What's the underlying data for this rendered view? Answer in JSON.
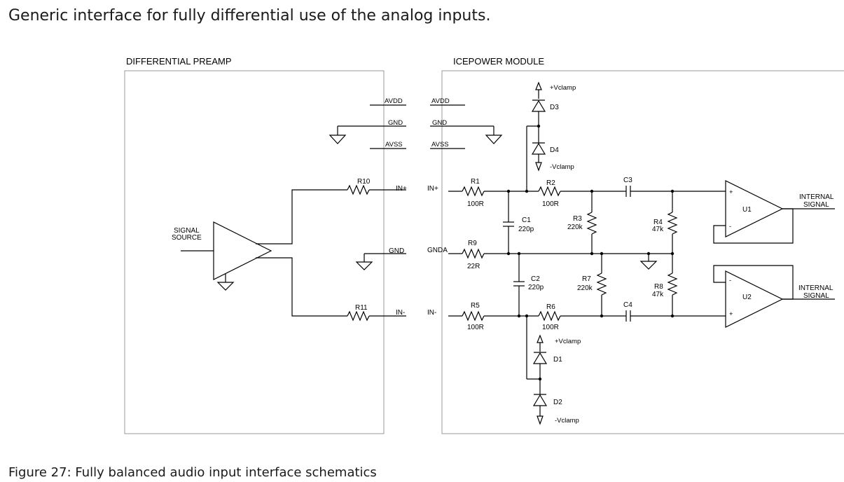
{
  "heading": "Generic interface for fully differential use of the analog inputs.",
  "caption": "Figure 27: Fully balanced audio input interface schematics",
  "blocks": {
    "preamp": "DIFFERENTIAL PREAMP",
    "module": "ICEPOWER MODULE"
  },
  "preamp_labels": {
    "avdd": "AVDD",
    "gnd_top": "GND",
    "avss": "AVSS",
    "in_plus": "IN+",
    "gnd": "GND",
    "in_minus": "IN-",
    "r10": "R10",
    "r11": "R11",
    "signal_source_1": "SIGNAL",
    "signal_source_2": "SOURCE"
  },
  "module_labels": {
    "avdd": "AVDD",
    "gnd": "GND",
    "avss": "AVSS",
    "in_plus": "IN+",
    "gnda": "GNDA",
    "in_minus": "IN-"
  },
  "components": {
    "r1": {
      "ref": "R1",
      "value": "100R"
    },
    "r2": {
      "ref": "R2",
      "value": "100R"
    },
    "r3": {
      "ref": "R3",
      "value": "220k"
    },
    "r4": {
      "ref": "R4",
      "value": "47k"
    },
    "r5": {
      "ref": "R5",
      "value": "100R"
    },
    "r6": {
      "ref": "R6",
      "value": "100R"
    },
    "r7": {
      "ref": "R7",
      "value": "220k"
    },
    "r8": {
      "ref": "R8",
      "value": "47k"
    },
    "r9": {
      "ref": "R9",
      "value": "22R"
    },
    "c1": {
      "ref": "C1",
      "value": "220p"
    },
    "c2": {
      "ref": "C2",
      "value": "220p"
    },
    "c3": {
      "ref": "C3"
    },
    "c4": {
      "ref": "C4"
    },
    "d1": "D1",
    "d2": "D2",
    "d3": "D3",
    "d4": "D4",
    "u1": "U1",
    "u2": "U2"
  },
  "rails": {
    "vclamp_pos_top": "+Vclamp",
    "vclamp_neg_top": "-Vclamp",
    "vclamp_pos_bottom": "+Vclamp",
    "vclamp_neg_bottom": "-Vclamp"
  },
  "outputs": {
    "out1_line1": "INTERNAL",
    "out1_line2": "SIGNAL",
    "out2_line1": "INTERNAL",
    "out2_line2": "SIGNAL"
  },
  "opamp_pins": {
    "plus": "+",
    "minus": "-"
  }
}
